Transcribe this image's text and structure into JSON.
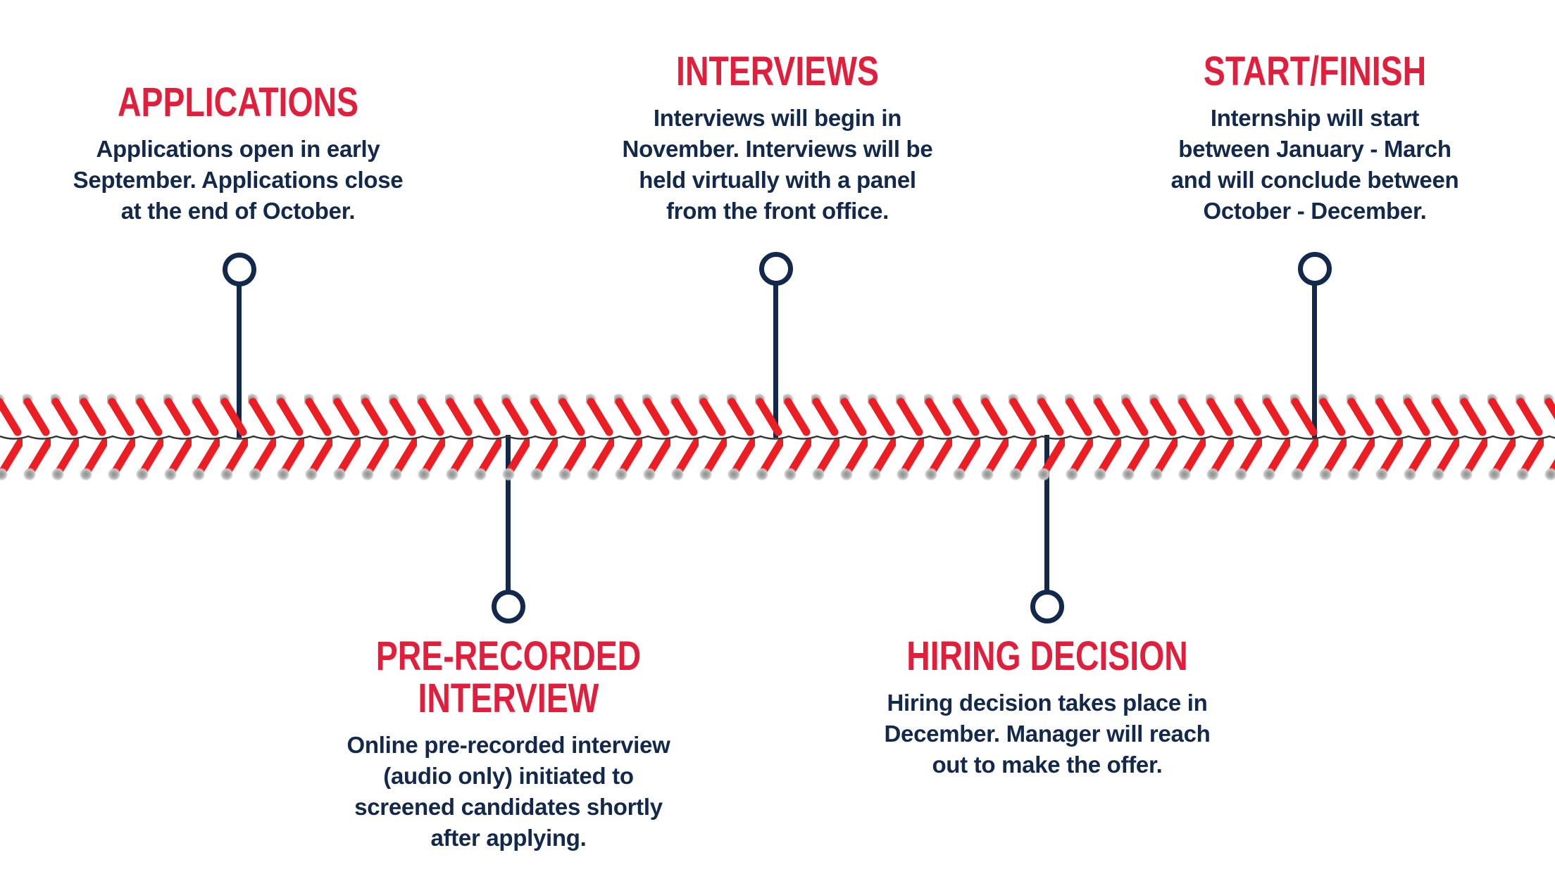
{
  "background": "#ffffff",
  "colors": {
    "title_red": "#e11e3b",
    "stitch_red": "#ec1d23",
    "navy": "#13294b",
    "seam_thread": "#333333",
    "lace_hole_gray": "#9a9a9a"
  },
  "timeline": {
    "type": "horizontal-milestone-timeline",
    "axis_style": "baseball-seam-stitching",
    "milestone_count": 5
  },
  "milestones": [
    {
      "id": "applications",
      "side": "top",
      "title": "APPLICATIONS",
      "title_lines": [
        "APPLICATIONS"
      ],
      "description": "Applications open in early September. Applications close at the end of October.",
      "description_lines": [
        "Applications open in early",
        "September. Applications close",
        "at the end of October."
      ]
    },
    {
      "id": "pre-recorded-interview",
      "side": "bottom",
      "title": "PRE-RECORDED INTERVIEW",
      "title_lines": [
        "PRE-RECORDED",
        "INTERVIEW"
      ],
      "description": "Online pre-recorded interview (audio only) initiated to screened candidates shortly after applying.",
      "description_lines": [
        "Online pre-recorded interview",
        "(audio only) initiated to",
        "screened candidates shortly",
        "after applying."
      ]
    },
    {
      "id": "interviews",
      "side": "top",
      "title": "INTERVIEWS",
      "title_lines": [
        "INTERVIEWS"
      ],
      "description": "Interviews will begin in November. Interviews will be held virtually with a panel from the front office.",
      "description_lines": [
        "Interviews will begin in",
        "November. Interviews will be",
        "held virtually with a panel",
        "from the front office."
      ]
    },
    {
      "id": "hiring-decision",
      "side": "bottom",
      "title": "HIRING DECISION",
      "title_lines": [
        "HIRING DECISION"
      ],
      "description": "Hiring decision takes place in December. Manager will reach out to make the offer.",
      "description_lines": [
        "Hiring decision takes place in",
        "December. Manager will reach",
        "out to make the offer."
      ]
    },
    {
      "id": "start-finish",
      "side": "top",
      "title": "START/FINISH",
      "title_lines": [
        "START/FINISH"
      ],
      "description": "Internship will start between January - March and will conclude between October - December.",
      "description_lines": [
        "Internship will start",
        "between January - March",
        "and will conclude between",
        "October - December."
      ]
    }
  ]
}
